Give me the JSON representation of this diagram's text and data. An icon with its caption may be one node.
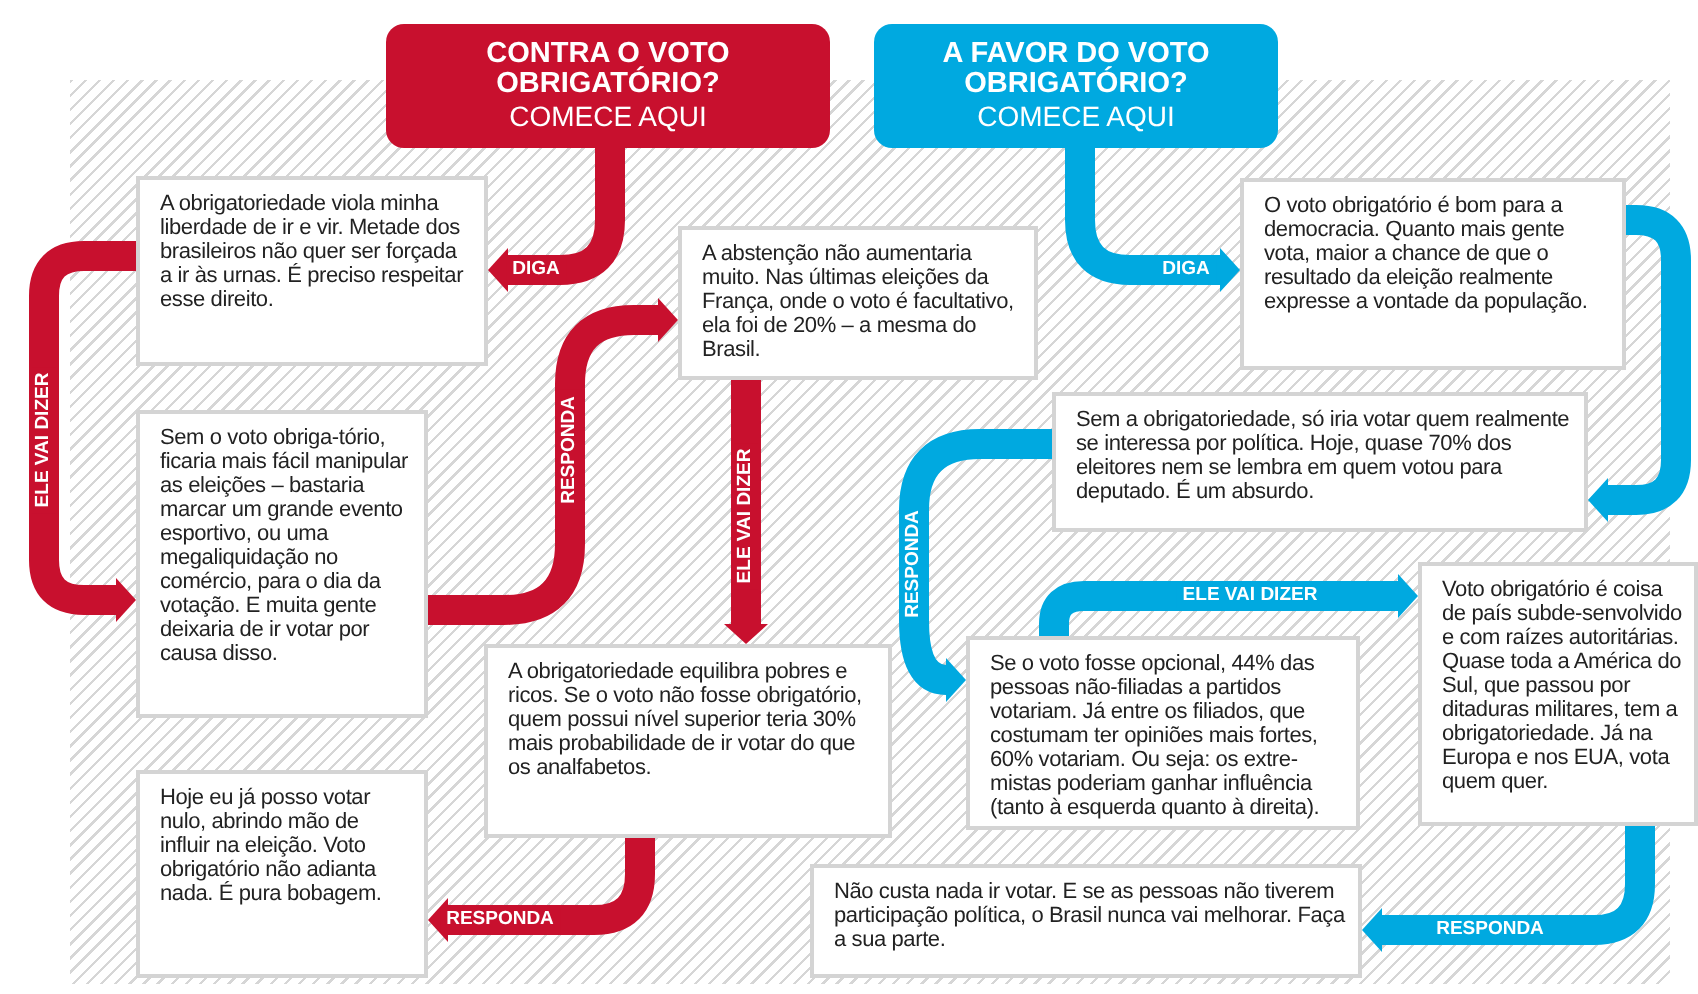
{
  "diagram": {
    "nodes": [
      {
        "text": [
          "CONTRA O VOTO OBRIGATÓRIO?",
          "COMECE AQUI"
        ]
      },
      {
        "text": [
          "A FAVOR DO VOTO OBRIGATÓRIO?",
          "COMECE AQUI"
        ]
      },
      {
        "text": [
          "A obrigatoriedade viola minha liberdade de ir e vir. Metade dos brasileiros não quer ser forçada a ir às urnas. É preciso respeitar esse direito."
        ]
      },
      {
        "text": [
          "Sem o voto obriga-tório, ficaria mais fácil manipular as eleições – bastaria marcar um grande evento esportivo, ou uma megaliquidação no comércio, para o dia da votação. E muita gente deixaria de ir votar por causa disso."
        ]
      },
      {
        "text": [
          "A abstenção não aumentaria muito. Nas últimas eleições da França, onde o voto é facultativo, ela foi de 20% – a mesma do Brasil."
        ]
      },
      {
        "text": [
          "A obrigatoriedade equilibra pobres e ricos. Se o voto não fosse obrigatório, quem possui nível superior teria 30% mais probabilidade de ir votar do que os analfabetos."
        ]
      },
      {
        "text": [
          "Hoje eu já posso votar nulo, abrindo mão de influir na eleição. Voto obrigatório não adianta nada. É pura bobagem."
        ]
      },
      {
        "text": [
          "O voto obrigatório é bom para a democracia. Quanto mais gente vota, maior a chance de que o resultado da eleição realmente expresse a vontade da população."
        ]
      },
      {
        "text": [
          "Sem a obrigatoriedade, só iria votar quem realmente se interessa por política. Hoje, quase 70% dos eleitores nem se lembra em quem votou para deputado. É um absurdo."
        ]
      },
      {
        "text": [
          "Se o voto fosse opcional, 44% das pessoas não-filiadas a partidos votariam. Já entre os filiados, que costumam ter opiniões mais fortes, 60% votariam. Ou seja: os extre-mistas poderiam ganhar influência (tanto à esquerda quanto à direita)."
        ]
      },
      {
        "text": [
          "Voto obrigatório é coisa de país subde-senvolvido e com raízes autoritárias. Quase toda a América do Sul, que passou por ditaduras militares, tem a obrigatoriedade. Já na Europa e nos EUA, vota quem quer."
        ]
      },
      {
        "text": [
          "Não custa nada ir votar. E se as pessoas não tiverem participação política, o Brasil nunca vai melhorar. Faça a sua parte."
        ]
      }
    ],
    "edges": [
      {
        "from": 0,
        "to": 2,
        "arrow": "to",
        "label": "DIGA",
        "color": "#c8102e"
      },
      {
        "from": 2,
        "to": 3,
        "arrow": "to",
        "label": "ELE VAI DIZER",
        "color": "#c8102e"
      },
      {
        "from": 3,
        "to": 4,
        "arrow": "to",
        "label": "RESPONDA",
        "color": "#c8102e"
      },
      {
        "from": 4,
        "to": 5,
        "arrow": "to",
        "label": "ELE VAI DIZER",
        "color": "#c8102e"
      },
      {
        "from": 5,
        "to": 6,
        "arrow": "to",
        "label": "RESPONDA",
        "color": "#c8102e"
      },
      {
        "from": 1,
        "to": 7,
        "arrow": "to",
        "label": "DIGA",
        "color": "#00a9e0"
      },
      {
        "from": 7,
        "to": 8,
        "arrow": "to",
        "color": "#00a9e0"
      },
      {
        "from": 8,
        "to": 9,
        "arrow": "to",
        "label": "RESPONDA",
        "color": "#00a9e0"
      },
      {
        "from": 9,
        "to": 10,
        "arrow": "to",
        "label": "ELE VAI DIZER",
        "color": "#00a9e0"
      },
      {
        "from": 10,
        "to": 11,
        "arrow": "to",
        "label": "RESPONDA",
        "color": "#00a9e0"
      }
    ]
  }
}
